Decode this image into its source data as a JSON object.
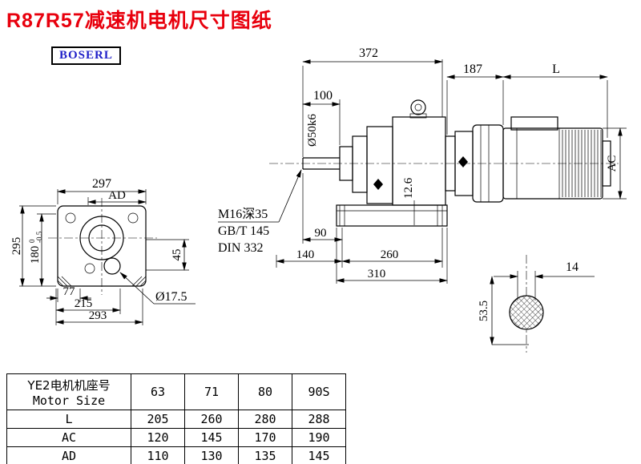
{
  "page": {
    "title": "R87R57减速机电机尺寸图纸",
    "logo": "BOSERL"
  },
  "colors": {
    "title_red": "#e8000d",
    "logo_blue": "#2020c8",
    "line": "#000000"
  },
  "front_view": {
    "dim_297": "297",
    "dim_ad": "AD",
    "dim_295": "295",
    "dim_180": "180",
    "tol_sup": "0",
    "tol_sub": "-0.5",
    "dim_45": "45",
    "dim_77": "77",
    "dim_215": "215",
    "dim_293": "293",
    "dim_hole": "Ø17.5"
  },
  "side_view": {
    "dim_372": "372",
    "dim_100": "100",
    "dim_shaft": "Ø50k6",
    "note1": "M16深35",
    "note2": "GB/T 145",
    "note3": "DIN 332",
    "dim_90": "90",
    "dim_140": "140",
    "dim_260": "260",
    "dim_310": "310",
    "dim_126": "12.6"
  },
  "motor_view": {
    "dim_187": "187",
    "dim_L": "L",
    "dim_AC": "AC"
  },
  "shaft_view": {
    "dim_14": "14",
    "dim_535": "53.5"
  },
  "table": {
    "header_cn": "YE2电机机座号",
    "header_en": "Motor Size",
    "sizes": [
      "63",
      "71",
      "80",
      "90S"
    ],
    "rows": [
      {
        "label": "L",
        "values": [
          "205",
          "260",
          "280",
          "288"
        ]
      },
      {
        "label": "AC",
        "values": [
          "120",
          "145",
          "170",
          "190"
        ]
      },
      {
        "label": "AD",
        "values": [
          "110",
          "130",
          "135",
          "145"
        ]
      }
    ]
  }
}
